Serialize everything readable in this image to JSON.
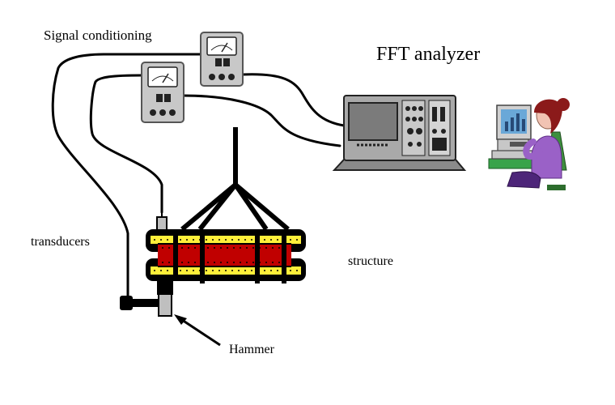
{
  "labels": {
    "signal_conditioning": "Signal conditioning",
    "fft_analyzer": "FFT analyzer",
    "transducers": "transducers",
    "structure": "structure",
    "hammer": "Hammer"
  },
  "colors": {
    "background": "#ffffff",
    "cable": "#000000",
    "meter_body": "#c8c8c8",
    "analyzer_body": "#a9a9a9",
    "analyzer_screen": "#808080",
    "structure_outer": "#000000",
    "structure_inner": "#c00000",
    "structure_rail": "#ffef3a",
    "monitor_screen": "#6aa8d8",
    "person_shirt": "#9a61c7",
    "person_hair": "#8b1a1a",
    "chair": "#3d8f3d"
  },
  "icons": {
    "signal_conditioner": "analog-meter-icon",
    "fft_analyzer": "oscilloscope-icon",
    "operator": "person-at-computer-icon",
    "structure": "beam-structure-icon",
    "hammer": "impact-hammer-icon",
    "transducer": "accelerometer-icon"
  }
}
